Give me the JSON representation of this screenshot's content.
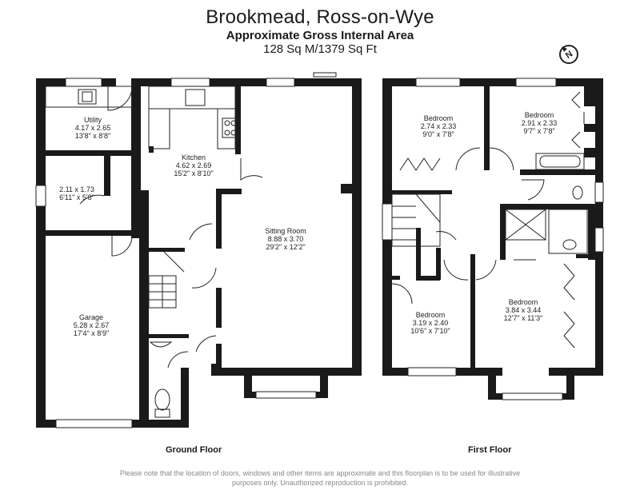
{
  "title": "Brookmead, Ross-on-Wye",
  "subtitle": "Approximate Gross Internal Area",
  "area": "128 Sq M/1379 Sq Ft",
  "compass": "N",
  "ground_floor": {
    "label": "Ground Floor",
    "rooms": {
      "utility": {
        "name": "Utility",
        "metric": "4.17 x 2.65",
        "imperial": "13'8\" x 8'8\""
      },
      "store": {
        "metric": "2.11 x 1.73",
        "imperial": "6'11\" x 5'8\""
      },
      "garage": {
        "name": "Garage",
        "metric": "5.28 x 2.67",
        "imperial": "17'4\" x 8'9\""
      },
      "kitchen": {
        "name": "Kitchen",
        "metric": "4.62 x 2.69",
        "imperial": "15'2\" x 8'10\""
      },
      "sitting": {
        "name": "Sitting Room",
        "metric": "8.88 x 3.70",
        "imperial": "29'2\" x 12'2\""
      }
    }
  },
  "first_floor": {
    "label": "First Floor",
    "rooms": {
      "bed1": {
        "name": "Bedroom",
        "metric": "2.74 x 2.33",
        "imperial": "9'0\" x 7'8\""
      },
      "bed2": {
        "name": "Bedroom",
        "metric": "2.91 x 2.33",
        "imperial": "9'7\" x 7'8\""
      },
      "bed3": {
        "name": "Bedroom",
        "metric": "3.19 x 2.40",
        "imperial": "10'6\" x 7'10\""
      },
      "bed4": {
        "name": "Bedroom",
        "metric": "3.84 x 3.44",
        "imperial": "12'7\" x 11'3\""
      }
    }
  },
  "disclaimer": {
    "line1": "Please note that the location of doors, windows and other items are approximate and this floorplan is to be used for illustrative",
    "line2": "purposes only. Unauthorized reproduction is prohibited."
  }
}
